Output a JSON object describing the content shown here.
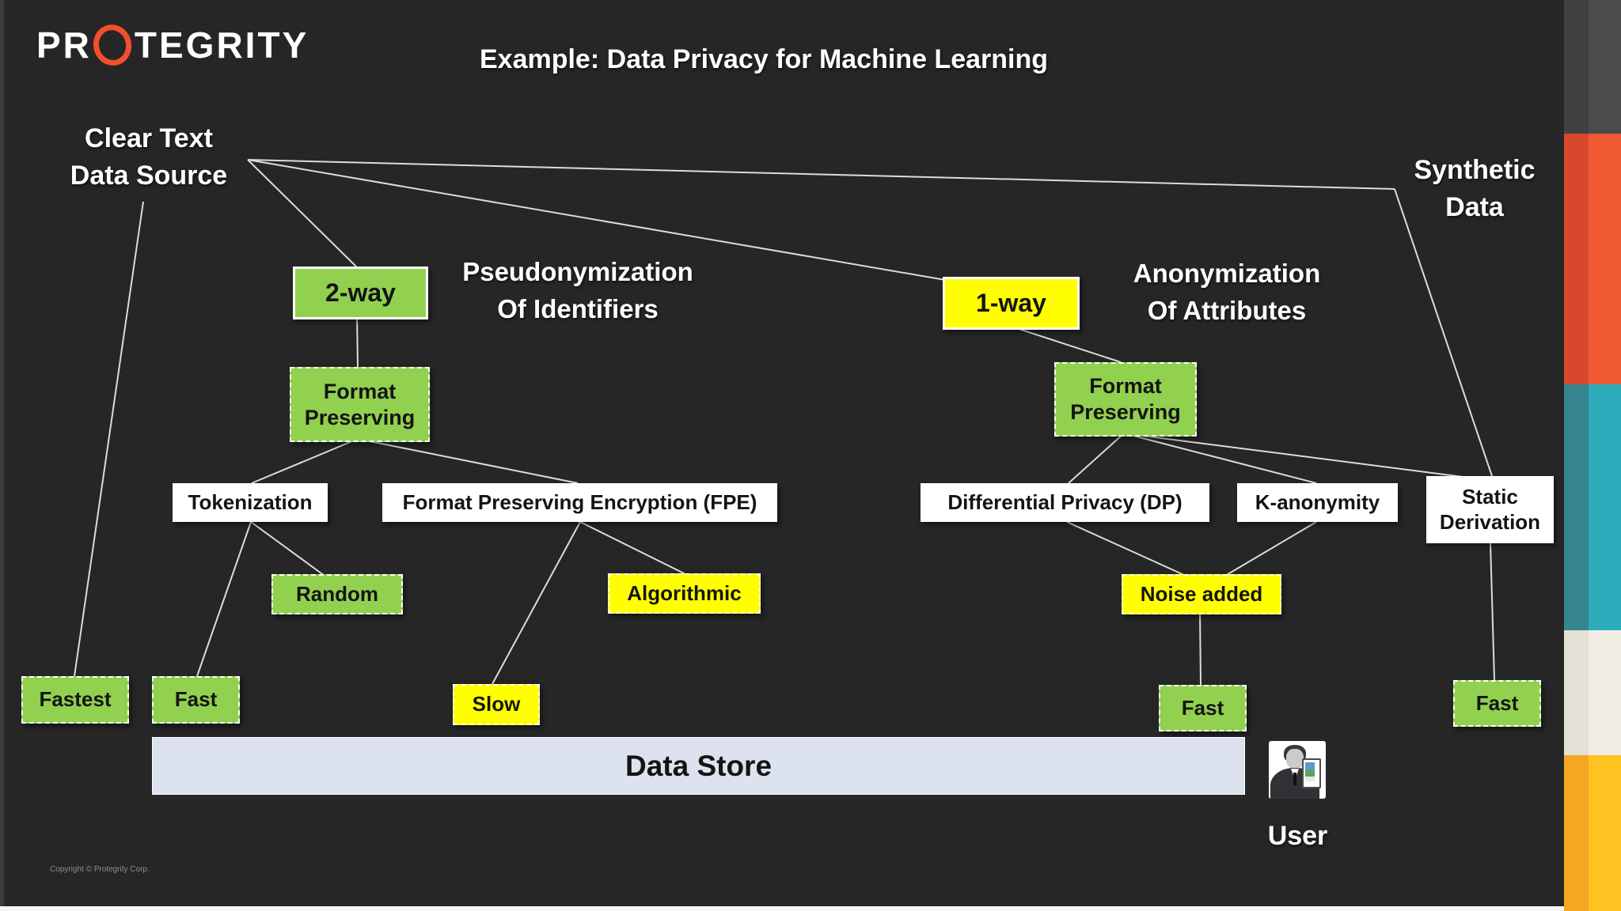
{
  "slide": {
    "logo": {
      "pr": "PR",
      "o": "O",
      "rest": "TEGRITY"
    },
    "title": "Example: Data Privacy for Machine Learning",
    "copyright": "Copyright © Protegrity Corp."
  },
  "labels": {
    "clear_text": {
      "line1": "Clear Text",
      "line2": "Data Source"
    },
    "synthetic": {
      "line1": "Synthetic",
      "line2": "Data"
    },
    "pseudonymization": {
      "line1": "Pseudonymization",
      "line2": "Of Identifiers"
    },
    "anonymization": {
      "line1": "Anonymization",
      "line2": "Of Attributes"
    },
    "user": "User"
  },
  "nodes": {
    "two_way": "2-way",
    "one_way": "1-way",
    "fp_left": {
      "line1": "Format",
      "line2": "Preserving"
    },
    "fp_right": {
      "line1": "Format",
      "line2": "Preserving"
    },
    "tokenization": "Tokenization",
    "fpe": "Format Preserving Encryption (FPE)",
    "dp": "Differential Privacy (DP)",
    "kanon": "K-anonymity",
    "static": {
      "line1": "Static",
      "line2": "Derivation"
    },
    "random": "Random",
    "algorithmic": "Algorithmic",
    "noise": "Noise added",
    "fastest": "Fastest",
    "fast1": "Fast",
    "slow": "Slow",
    "fast2": "Fast",
    "fast3": "Fast",
    "datastore": "Data Store"
  },
  "colors": {
    "background": "#262627",
    "connector": "#dcdcdc",
    "brand_orange": "#f0502d",
    "green": "#92d050",
    "yellow": "#ffff00",
    "data_store": "#dce3ef",
    "strip_gray_a": "#414144",
    "strip_gray_b": "#4b4b4e",
    "strip_orange_a": "#d7482d",
    "strip_orange_b": "#f05a33",
    "strip_teal_a": "#37868f",
    "strip_teal_b": "#2facbc",
    "strip_cream_a": "#e4e1d6",
    "strip_cream_b": "#f0eee4",
    "strip_amber_a": "#f5a623",
    "strip_amber_b": "#ffc421"
  }
}
